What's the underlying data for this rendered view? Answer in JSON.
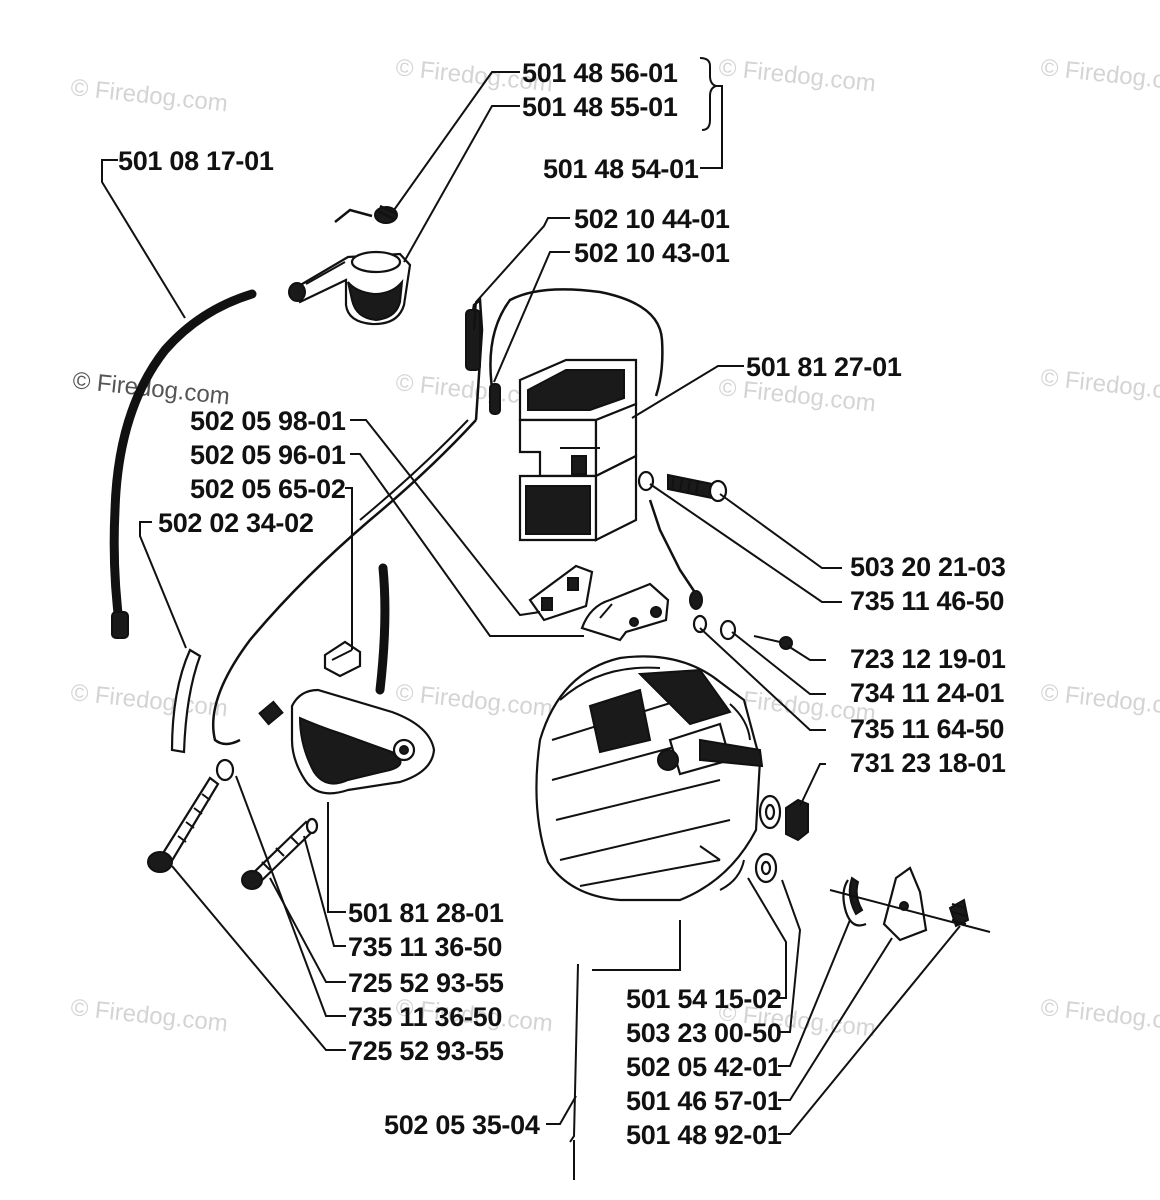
{
  "watermark": "© Firedog.com",
  "part_numbers": [
    "501 48 56-01",
    "501 48 55-01",
    "501 48 54-01",
    "501 08 17-01",
    "502 10 44-01",
    "502 10 43-01",
    "501 81 27-01",
    "502 05 98-01",
    "502 05 96-01",
    "502 05 65-02",
    "502 02 34-02",
    "503 20 21-03",
    "735 11 46-50",
    "723 12 19-01",
    "734 11 24-01",
    "735 11 64-50",
    "731 23 18-01",
    "501 81 28-01",
    "735 11 36-50",
    "725 52 93-55",
    "735 11 36-50",
    "725 52 93-55",
    "501 54 15-02",
    "503 23 00-50",
    "502 05 42-01",
    "501 46 57-01",
    "501 48 92-01",
    "502 05 35-04"
  ]
}
